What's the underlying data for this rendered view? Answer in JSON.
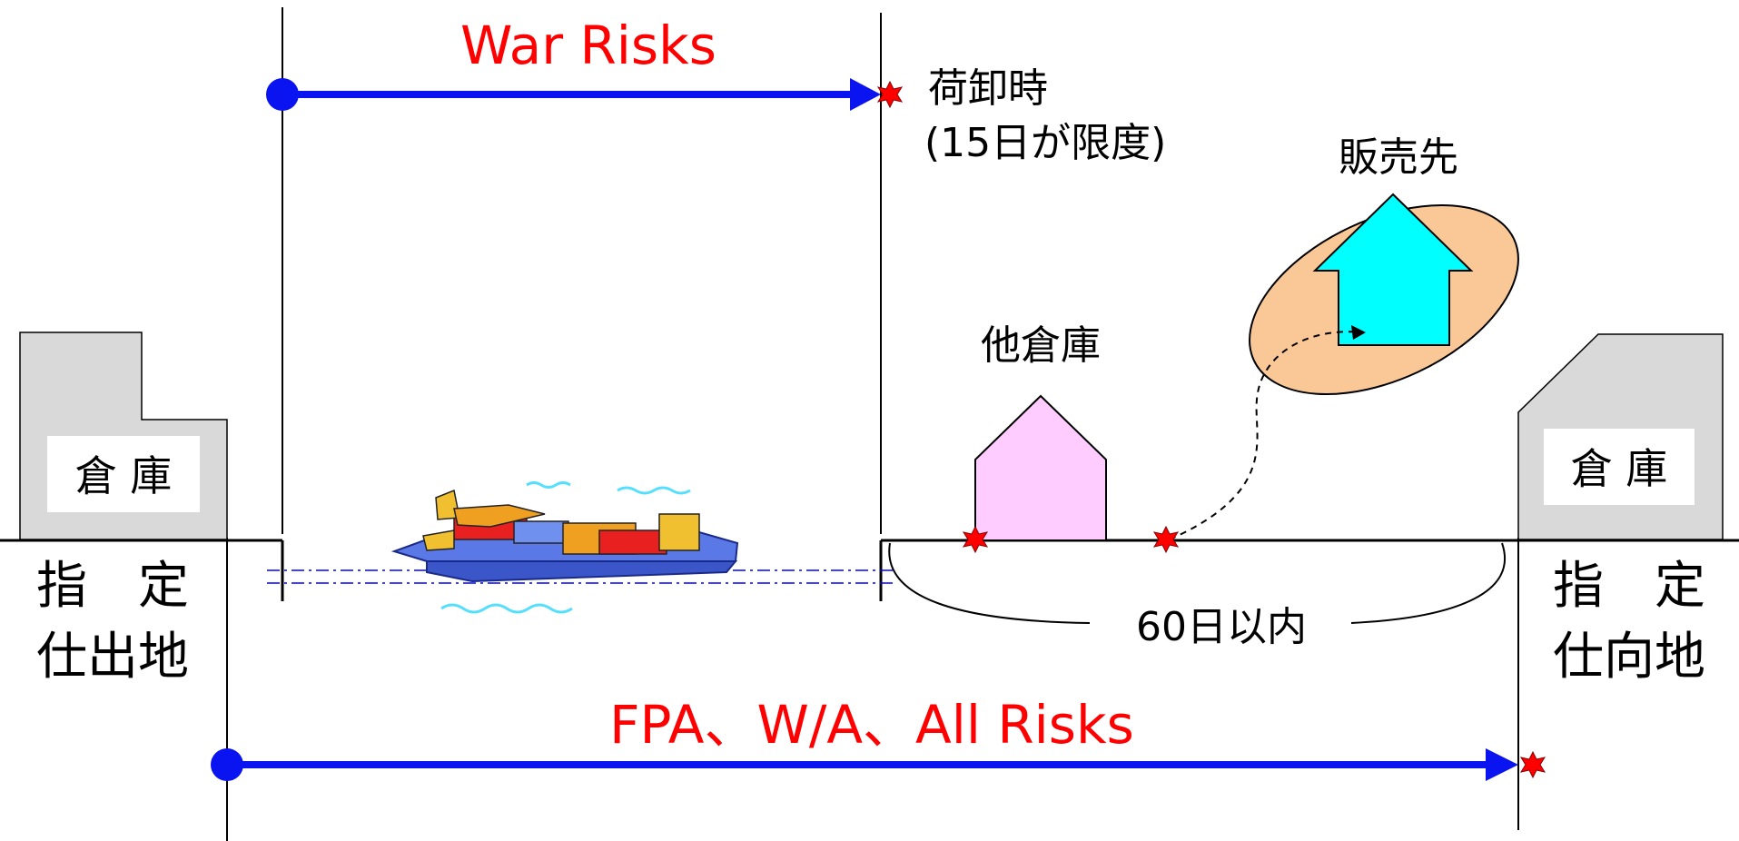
{
  "labels": {
    "war_risks": "War Risks",
    "unloading_line1": "荷卸時",
    "unloading_line2": "(15日が限度)",
    "customer": "販売先",
    "other_warehouse": "他倉庫",
    "warehouse_left": "倉 庫",
    "warehouse_right": "倉 庫",
    "origin_line1": "指　定",
    "origin_line2": "仕出地",
    "dest_line1": "指　定",
    "dest_line2": "仕向地",
    "sixty_days": "60日以内",
    "fpa_wa_all": "FPA、W/A、All Risks"
  },
  "colors": {
    "arrow_blue": "#0a14f0",
    "label_red": "#ff0000",
    "warehouse_gray": "#d9d9d9",
    "house_pink": "#ffccff",
    "house_cyan": "#00ffff",
    "ellipse_orange": "#fac896",
    "star_red": "#ff0000"
  }
}
